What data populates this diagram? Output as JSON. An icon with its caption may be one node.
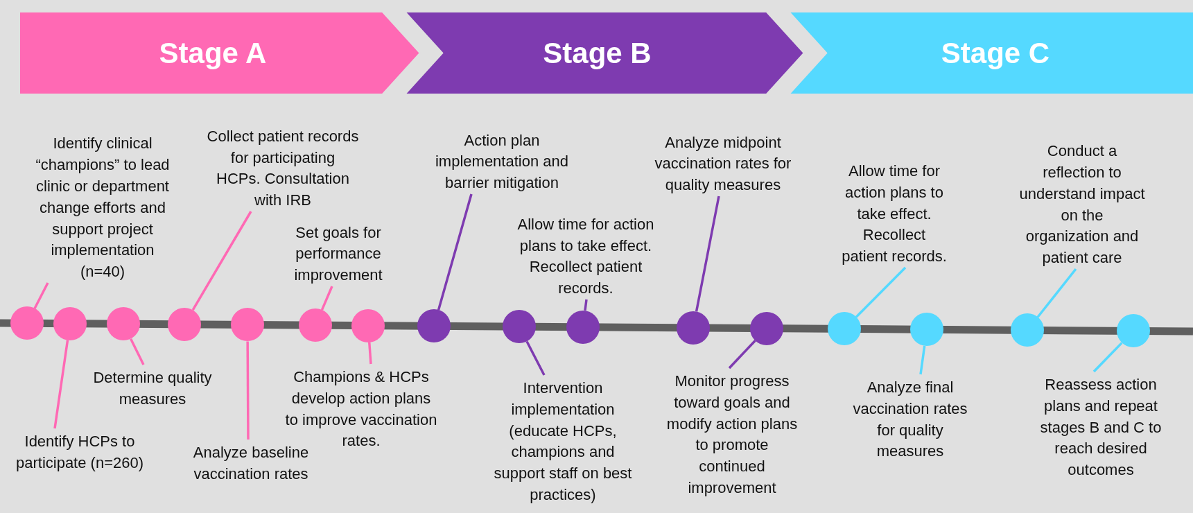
{
  "diagram": {
    "nodes": [
      {
        "text": [
          "Stage A"
        ]
      },
      {
        "text": [
          "Stage B"
        ]
      },
      {
        "text": [
          "Stage C"
        ]
      },
      {
        "text": [
          "Identify clinical “champions” to lead clinic or department change efforts and support project implementation (n=40)"
        ]
      },
      {
        "text": [
          "Collect patient records for participating HCPs. Consultation with IRB"
        ]
      },
      {
        "text": [
          "Set goals for performance improvement"
        ]
      },
      {
        "text": [
          "Action plan implementation and barrier mitigation"
        ]
      },
      {
        "text": [
          "Allow time for action plans to take effect. Recollect patient records."
        ]
      },
      {
        "text": [
          "Analyze midpoint vaccination rates for quality measures"
        ]
      },
      {
        "text": [
          "Allow time for action plans to take effect. Recollect patient records."
        ]
      },
      {
        "text": [
          "Conduct a reflection to understand impact on the organization and patient care"
        ]
      },
      {
        "text": [
          "Identify HCPs to participate (n=260)"
        ]
      },
      {
        "text": [
          "Determine quality measures"
        ]
      },
      {
        "text": [
          "Analyze baseline vaccination rates"
        ]
      },
      {
        "text": [
          "Champions & HCPs develop action plans to improve vaccination rates."
        ]
      },
      {
        "text": [
          "Intervention implementation (educate HCPs, champions and support staff on best practices)"
        ]
      },
      {
        "text": [
          "Monitor progress toward goals and modify action plans to promote continued improvement"
        ]
      },
      {
        "text": [
          "Analyze final vaccination rates for quality measures"
        ]
      },
      {
        "text": [
          "Reassess action plans and repeat stages B and C to reach desired outcomes"
        ]
      },
      {
        "text": [],
        "shape": "circle"
      },
      {
        "text": [],
        "shape": "circle"
      },
      {
        "text": [],
        "shape": "circle"
      },
      {
        "text": [],
        "shape": "circle"
      },
      {
        "text": [],
        "shape": "circle"
      },
      {
        "text": [],
        "shape": "circle"
      },
      {
        "text": [],
        "shape": "circle"
      },
      {
        "text": [],
        "shape": "circle"
      },
      {
        "text": [],
        "shape": "circle"
      },
      {
        "text": [],
        "shape": "circle"
      },
      {
        "text": [],
        "shape": "circle"
      },
      {
        "text": [],
        "shape": "circle"
      },
      {
        "text": [],
        "shape": "circle"
      },
      {
        "text": [],
        "shape": "circle"
      },
      {
        "text": [],
        "shape": "circle"
      },
      {
        "text": [],
        "shape": "circle"
      }
    ],
    "edges": [
      {
        "from": 3,
        "to": 19,
        "arrow": "none"
      },
      {
        "from": 11,
        "to": 20,
        "arrow": "none"
      },
      {
        "from": 12,
        "to": 21,
        "arrow": "none"
      },
      {
        "from": 4,
        "to": 22,
        "arrow": "none"
      },
      {
        "from": 13,
        "to": 23,
        "arrow": "none"
      },
      {
        "from": 5,
        "to": 24,
        "arrow": "none"
      },
      {
        "from": 14,
        "to": 25,
        "arrow": "none"
      },
      {
        "from": 6,
        "to": 26,
        "arrow": "none",
        "color": "#7e3bb0"
      },
      {
        "from": 15,
        "to": 27,
        "arrow": "none",
        "color": "#7e3bb0"
      },
      {
        "from": 7,
        "to": 28,
        "arrow": "none",
        "color": "#7e3bb0"
      },
      {
        "from": 8,
        "to": 29,
        "arrow": "none",
        "color": "#7e3bb0"
      },
      {
        "from": 16,
        "to": 30,
        "arrow": "none",
        "color": "#7e3bb0"
      },
      {
        "from": 9,
        "to": 31,
        "arrow": "none",
        "color": "#55d9ff"
      },
      {
        "from": 17,
        "to": 32,
        "arrow": "none",
        "color": "#55d9ff"
      },
      {
        "from": 10,
        "to": 33,
        "arrow": "none",
        "color": "#55d9ff"
      },
      {
        "from": 18,
        "to": 34,
        "arrow": "none",
        "color": "#55d9ff"
      }
    ]
  }
}
